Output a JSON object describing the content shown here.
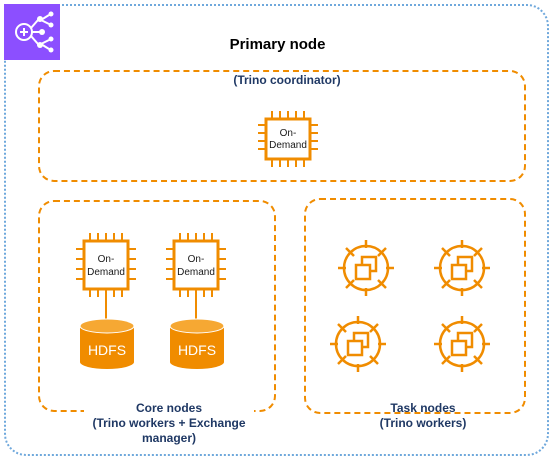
{
  "primary": {
    "title": "Primary node",
    "subtitle": "(Trino coordinator)"
  },
  "chip": {
    "line1": "On-",
    "line2": "Demand"
  },
  "storage": {
    "label": "HDFS"
  },
  "core": {
    "line1": "Core nodes",
    "line2": "(Trino workers + Exchange",
    "line3": "manager)"
  },
  "task": {
    "line1": "Task nodes",
    "line2": "(Trino workers)"
  },
  "colors": {
    "accent": "#f08c00",
    "label": "#1f3864",
    "cluster_border": "#6fa8dc",
    "logo_bg": "#8c4fff"
  }
}
